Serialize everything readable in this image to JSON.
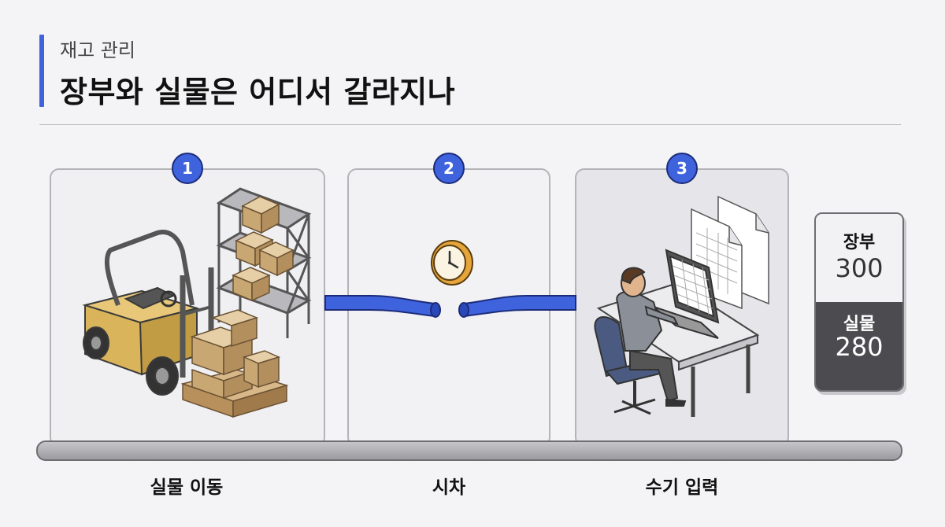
{
  "header": {
    "eyebrow": "재고 관리",
    "title": "장부와 실물은 어디서 갈라지나"
  },
  "steps": [
    {
      "number": "1",
      "label": "실물 이동",
      "illustration": "forklift-with-boxes-and-shelf"
    },
    {
      "number": "2",
      "label": "시차",
      "illustration": "clock-icon"
    },
    {
      "number": "3",
      "label": "수기 입력",
      "illustration": "person-typing-at-computer"
    }
  ],
  "comparison": {
    "book_label": "장부",
    "book_value": "300",
    "actual_label": "실물",
    "actual_value": "280"
  },
  "colors": {
    "accent": "#3e63dd",
    "arrow": "#e0413a",
    "dark_panel": "#4b4b50"
  }
}
